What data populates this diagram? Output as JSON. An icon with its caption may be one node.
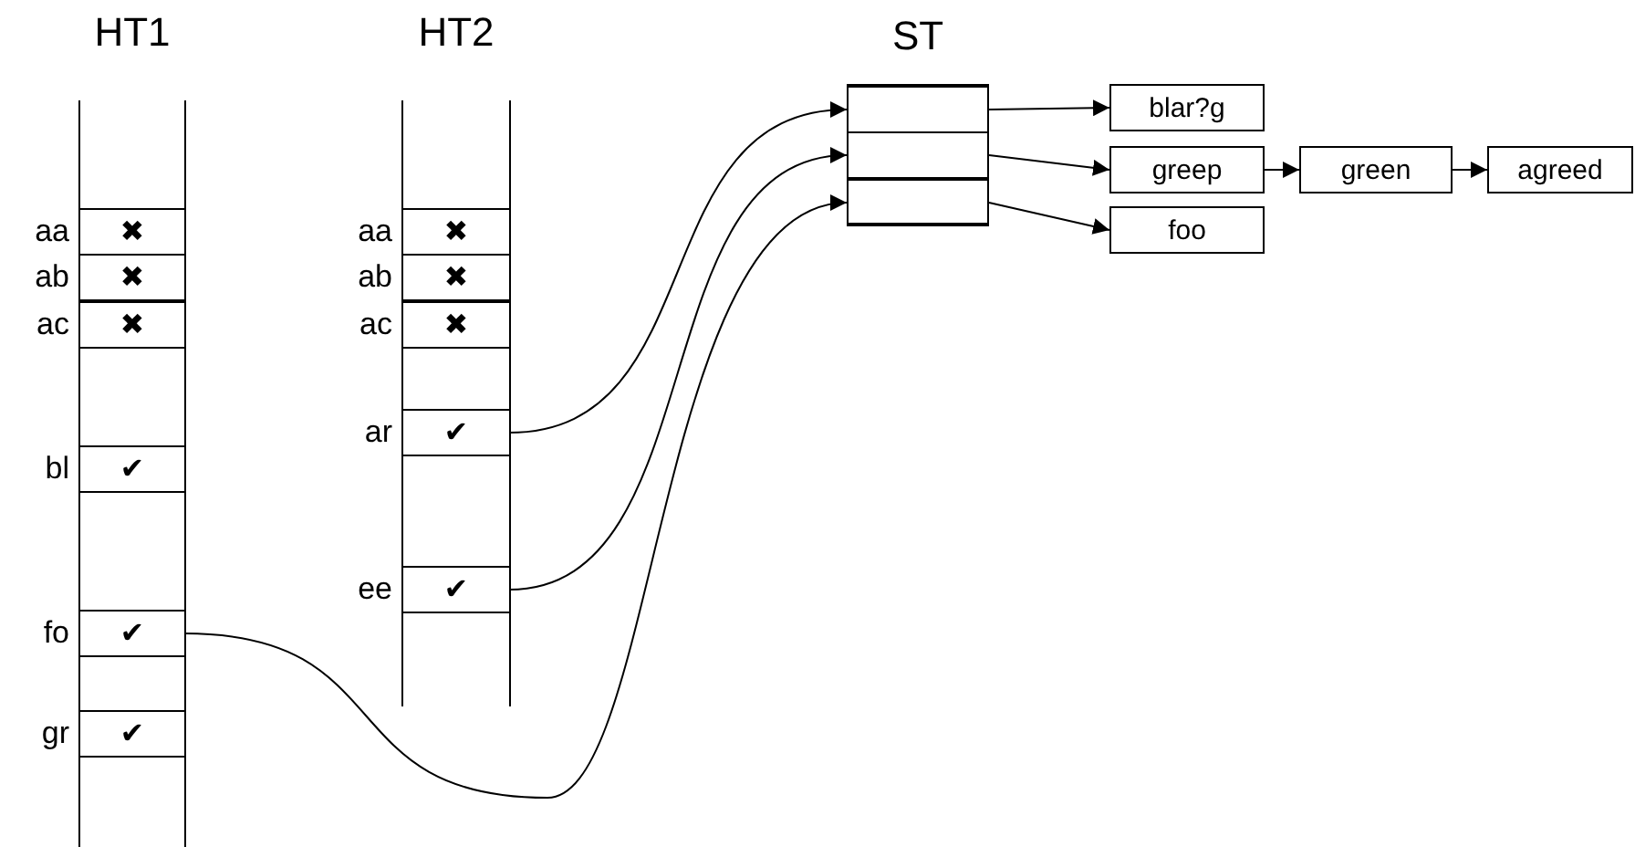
{
  "diagram": {
    "nodes": [
      {
        "text": [
          "HT1"
        ]
      },
      {
        "text": [
          "✖"
        ],
        "beside": [
          "aa"
        ],
        "in": 0
      },
      {
        "text": [
          "✖"
        ],
        "beside": [
          "ab"
        ],
        "in": 0
      },
      {
        "text": [
          "✖"
        ],
        "beside": [
          "ac"
        ],
        "in": 0
      },
      {
        "text": [
          "✔"
        ],
        "beside": [
          "bl"
        ],
        "in": 0
      },
      {
        "text": [
          "✔"
        ],
        "beside": [
          "fo"
        ],
        "in": 0
      },
      {
        "text": [
          "✔"
        ],
        "beside": [
          "gr"
        ],
        "in": 0
      },
      {
        "text": [
          "HT2"
        ]
      },
      {
        "text": [
          "✖"
        ],
        "beside": [
          "aa"
        ],
        "in": 7
      },
      {
        "text": [
          "✖"
        ],
        "beside": [
          "ab"
        ],
        "in": 7
      },
      {
        "text": [
          "✖"
        ],
        "beside": [
          "ac"
        ],
        "in": 7
      },
      {
        "text": [
          "✔"
        ],
        "beside": [
          "ar"
        ],
        "in": 7
      },
      {
        "text": [
          "✔"
        ],
        "beside": [
          "ee"
        ],
        "in": 7
      },
      {
        "text": [
          "ST"
        ]
      },
      {
        "text": [],
        "shape": "box",
        "in": 13
      },
      {
        "text": [],
        "shape": "box",
        "in": 13
      },
      {
        "text": [],
        "shape": "box",
        "in": 13
      },
      {
        "text": [
          "blar?g"
        ]
      },
      {
        "text": [
          "greep"
        ]
      },
      {
        "text": [
          "green"
        ]
      },
      {
        "text": [
          "agreed"
        ]
      },
      {
        "text": [
          "foo"
        ]
      }
    ],
    "edges": [
      {
        "from": 11,
        "to": 14,
        "arrow": "to"
      },
      {
        "from": 12,
        "to": 15,
        "arrow": "to"
      },
      {
        "from": 5,
        "to": 16,
        "arrow": "to"
      },
      {
        "from": 14,
        "to": 17,
        "arrow": "to"
      },
      {
        "from": 15,
        "to": 18,
        "arrow": "to"
      },
      {
        "from": 18,
        "to": 19,
        "arrow": "to"
      },
      {
        "from": 19,
        "to": 20,
        "arrow": "to"
      },
      {
        "from": 16,
        "to": 21,
        "arrow": "to"
      }
    ]
  }
}
